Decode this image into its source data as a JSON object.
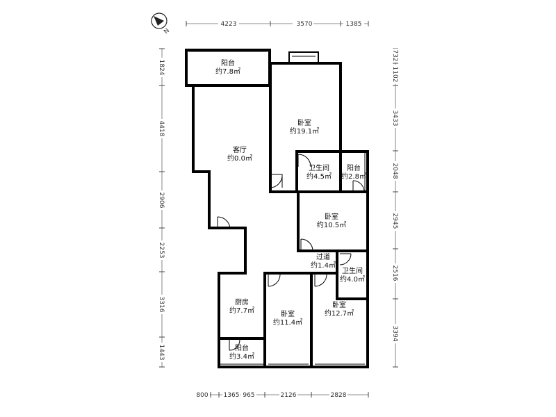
{
  "compass": {
    "label": "N",
    "icon": "north-arrow-icon"
  },
  "rooms": [
    {
      "id": "balcony-top",
      "name": "阳台",
      "area": "约7.8㎡"
    },
    {
      "id": "living-room",
      "name": "客厅",
      "area": "约0.0㎡"
    },
    {
      "id": "bedroom-1",
      "name": "卧室",
      "area": "约19.1㎡"
    },
    {
      "id": "bathroom-1",
      "name": "卫生间",
      "area": "约4.5㎡"
    },
    {
      "id": "balcony-mid",
      "name": "阳台",
      "area": "约2.8㎡"
    },
    {
      "id": "bedroom-2",
      "name": "卧室",
      "area": "约10.5㎡"
    },
    {
      "id": "corridor",
      "name": "过道",
      "area": "约1.4㎡"
    },
    {
      "id": "bathroom-2",
      "name": "卫生间",
      "area": "约4.0㎡"
    },
    {
      "id": "kitchen",
      "name": "厨房",
      "area": "约7.7㎡"
    },
    {
      "id": "bedroom-3",
      "name": "卧室",
      "area": "约11.4㎡"
    },
    {
      "id": "bedroom-4",
      "name": "卧室",
      "area": "约12.7㎡"
    },
    {
      "id": "balcony-bottom",
      "name": "阳台",
      "area": "约3.4㎡"
    }
  ],
  "dimensions": {
    "top": [
      "4223",
      "3570",
      "1385"
    ],
    "bottom": [
      "800",
      "1365",
      "965",
      "2126",
      "2828"
    ],
    "left": [
      "1824",
      "4418",
      "2906",
      "2253",
      "3316",
      "1443"
    ],
    "right": [
      "732",
      "1102",
      "3433",
      "2048",
      "2945",
      "2516",
      "3394"
    ]
  }
}
